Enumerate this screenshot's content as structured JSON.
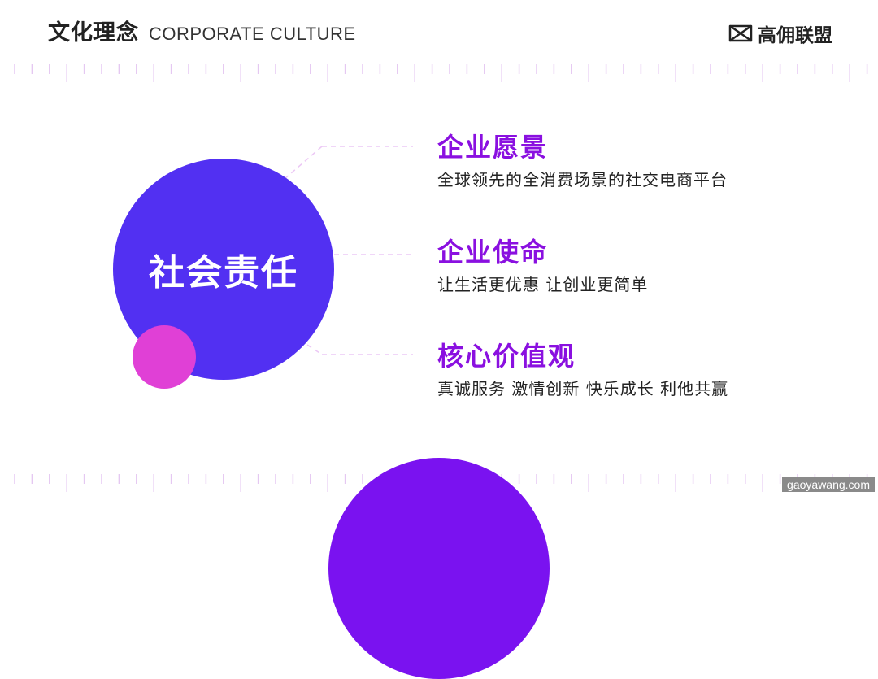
{
  "header": {
    "title_cn": "文化理念",
    "title_en": "CORPORATE CULTURE",
    "brand_name": "高佣联盟",
    "brand_icon": "bowtie-logo-icon"
  },
  "center_circle": {
    "label": "社会责任"
  },
  "items": [
    {
      "heading": "企业愿景",
      "text": "全球领先的全消费场景的社交电商平台"
    },
    {
      "heading": "企业使命",
      "text": "让生活更优惠  让创业更简单"
    },
    {
      "heading": "核心价值观",
      "text": "真诚服务  激情创新  快乐成长  利他共赢"
    }
  ],
  "watermark": "gaoyawang.com",
  "colors": {
    "main_circle": "#5230f2",
    "accent_circle": "#e040d6",
    "bottom_circle": "#7a12f0",
    "heading": "#8a10e0",
    "ruler": "#e5c8f2"
  }
}
